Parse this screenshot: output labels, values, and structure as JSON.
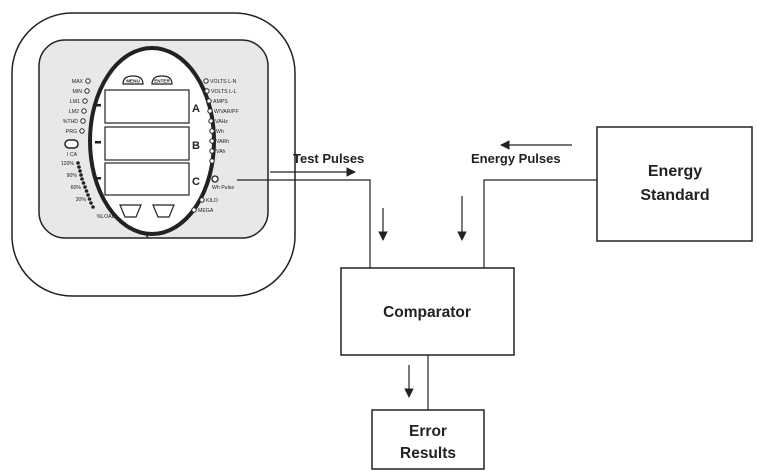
{
  "diagram": {
    "test_pulses": "Test Pulses",
    "energy_pulses": "Energy Pulses",
    "energy_standard": [
      "Energy",
      "Standard"
    ],
    "comparator": "Comparator",
    "error_results": [
      "Error",
      "Results"
    ]
  },
  "meter": {
    "menu": "MENU",
    "enter": "ENTER",
    "left_labels": [
      "MAX",
      "MIN",
      "LM1",
      "LM2",
      "%THD",
      "PRG"
    ],
    "ica": "I CA",
    "load_labels": [
      "120%",
      "90%",
      "60%",
      "30%",
      "%LOAD"
    ],
    "right_labels": [
      "VOLTS L-N",
      "VOLTS L-L",
      "AMPS",
      "W/VAR/PF",
      "VAHz",
      "Wh",
      "VARh",
      "VAh"
    ],
    "wh_pulse": "Wh Pulse",
    "kilo": "KILO",
    "mega": "MEGA",
    "rows": [
      "A",
      "B",
      "C"
    ]
  },
  "colors": {
    "line": "#222222",
    "background": "#ffffff",
    "meter_fill": "#e8e8e8"
  }
}
